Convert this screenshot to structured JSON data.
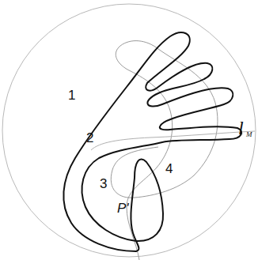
{
  "diagram": {
    "labels": [
      "1",
      "2",
      "3",
      "4",
      "P'",
      "l",
      "M"
    ]
  }
}
